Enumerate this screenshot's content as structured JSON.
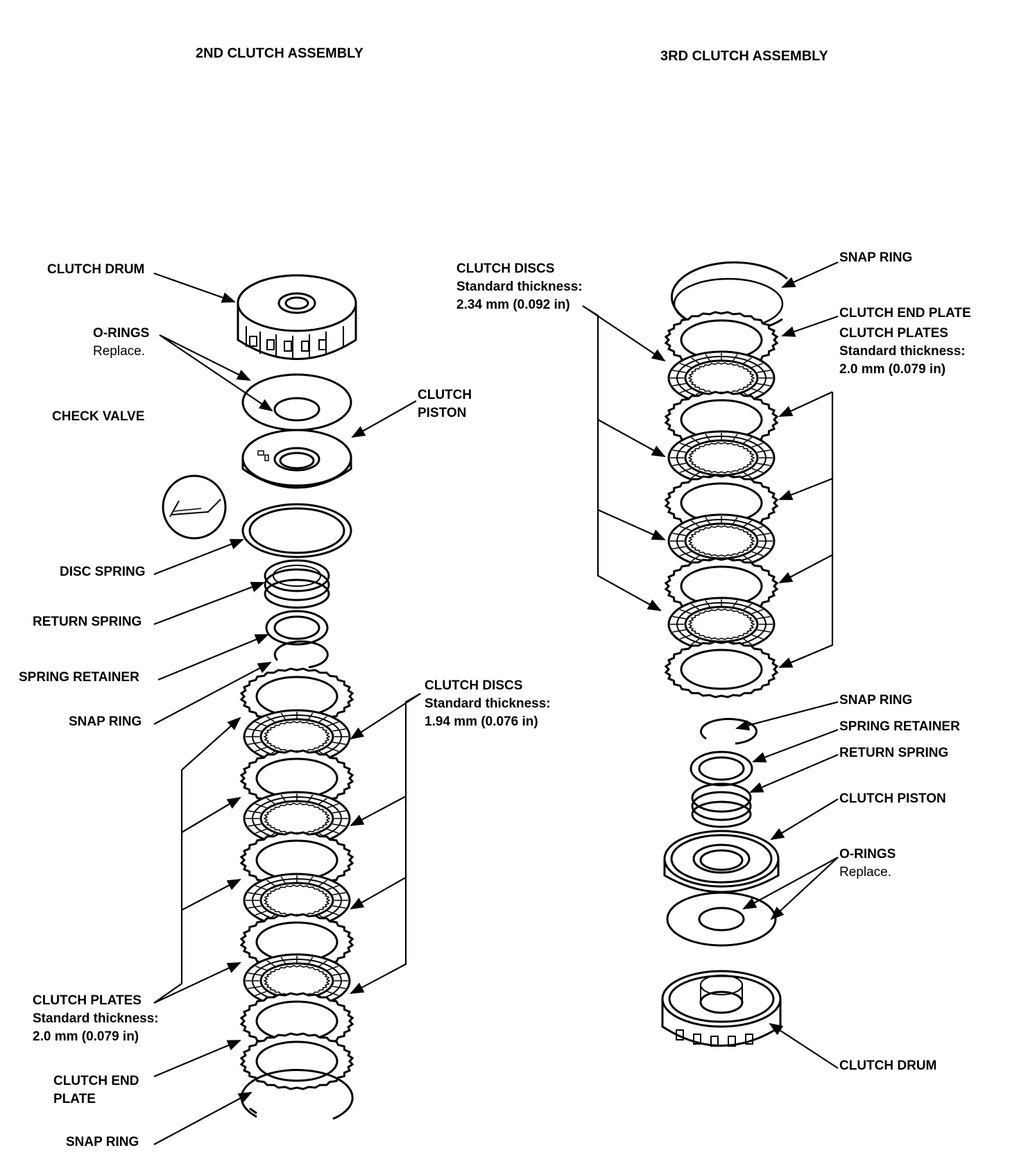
{
  "headers": {
    "second": "2ND CLUTCH ASSEMBLY",
    "third": "3RD CLUTCH ASSEMBLY"
  },
  "left": {
    "clutch_drum": "CLUTCH DRUM",
    "o_rings": "O-RINGS",
    "o_rings_note": "Replace.",
    "check_valve": "CHECK VALVE",
    "clutch_piston_1": "CLUTCH",
    "clutch_piston_2": "PISTON",
    "disc_spring": "DISC SPRING",
    "return_spring": "RETURN SPRING",
    "spring_retainer": "SPRING RETAINER",
    "snap_ring_upper": "SNAP RING",
    "clutch_discs": "CLUTCH DISCS",
    "clutch_discs_std": "Standard thickness:",
    "clutch_discs_val": "1.94 mm (0.076 in)",
    "clutch_plates": "CLUTCH PLATES",
    "clutch_plates_std": "Standard thickness:",
    "clutch_plates_val": "2.0 mm (0.079 in)",
    "clutch_end_plate_1": "CLUTCH END",
    "clutch_end_plate_2": "PLATE",
    "snap_ring_lower": "SNAP RING"
  },
  "right": {
    "clutch_discs": "CLUTCH DISCS",
    "clutch_discs_std": "Standard thickness:",
    "clutch_discs_val": "2.34 mm (0.092 in)",
    "snap_ring_top": "SNAP RING",
    "clutch_end_plate": "CLUTCH END PLATE",
    "clutch_plates": "CLUTCH PLATES",
    "clutch_plates_std": "Standard thickness:",
    "clutch_plates_val": "2.0 mm (0.079 in)",
    "snap_ring": "SNAP RING",
    "spring_retainer": "SPRING RETAINER",
    "return_spring": "RETURN SPRING",
    "clutch_piston": "CLUTCH PISTON",
    "o_rings": "O-RINGS",
    "o_rings_note": "Replace.",
    "clutch_drum": "CLUTCH DRUM"
  }
}
